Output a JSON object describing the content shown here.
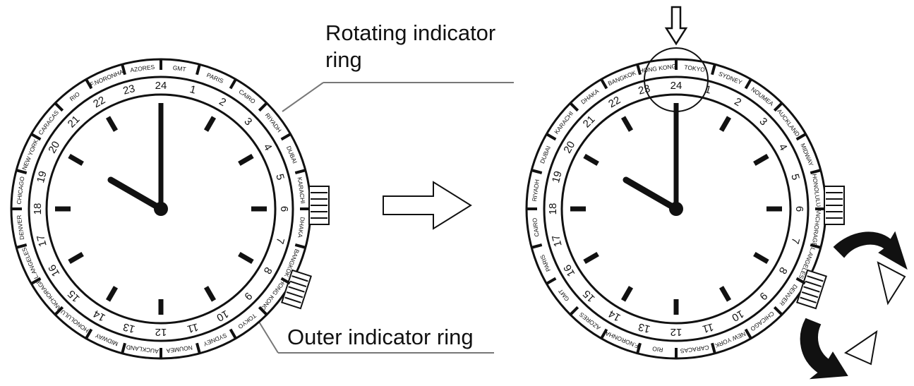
{
  "callouts": {
    "rotating_ring_line1": "Rotating indicator",
    "rotating_ring_line2": "ring",
    "outer_ring": "Outer indicator ring"
  },
  "watch_left": {
    "hour_numerals": [
      "24",
      "1",
      "2",
      "3",
      "4",
      "5",
      "6",
      "7",
      "8",
      "9",
      "10",
      "11",
      "12",
      "13",
      "14",
      "15",
      "16",
      "17",
      "18",
      "19",
      "20",
      "21",
      "22",
      "23"
    ],
    "city_codes": [
      "GMT",
      "PARIS",
      "CAIRO",
      "RIYADH",
      "DUBAI",
      "KARACHI",
      "DHAKA",
      "BANGKOK",
      "HONG KONG",
      "TOKYO",
      "SYDNEY",
      "NOUMEA",
      "AUCKLAND",
      "MIDWAY",
      "HONOLULU",
      "ANCHORAGE",
      "L.ANGELES",
      "DENVER",
      "CHICAGO",
      "NEW YORK",
      "CARACAS",
      "RIO",
      "F.NORONHA",
      "AZORES"
    ]
  },
  "watch_right": {
    "hour_numerals": [
      "24",
      "1",
      "2",
      "3",
      "4",
      "5",
      "6",
      "7",
      "8",
      "9",
      "10",
      "11",
      "12",
      "13",
      "14",
      "15",
      "16",
      "17",
      "18",
      "19",
      "20",
      "21",
      "22",
      "23"
    ],
    "city_codes": [
      "TOKYO",
      "SYDNEY",
      "NOUMEA",
      "AUCKLAND",
      "MIDWAY",
      "HONOLULU",
      "ANCHORAGE",
      "L.ANGELES",
      "DENVER",
      "CHICAGO",
      "NEW YORK",
      "CARACAS",
      "RIO",
      "F.NORONHA",
      "AZORES",
      "GMT",
      "PARIS",
      "CAIRO",
      "RIYADH",
      "DUBAI",
      "KARACHI",
      "DHAKA",
      "BANGKOK",
      "HONG KONG"
    ]
  },
  "colors": {
    "ink": "#111111",
    "leader": "#777777",
    "background": "#ffffff"
  },
  "icons": [
    "watch-face",
    "crown-icon",
    "pusher-icon",
    "right-arrow-icon",
    "down-arrow-icon",
    "rotate-arrow-icon"
  ]
}
